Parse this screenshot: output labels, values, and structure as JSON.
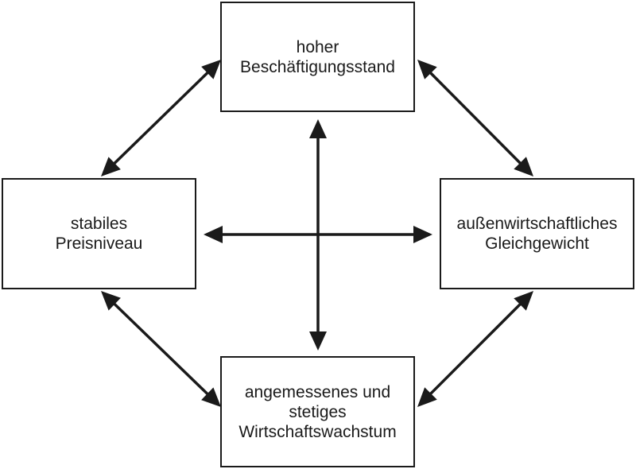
{
  "colors": {
    "stroke": "#1a1a1a",
    "background": "#ffffff"
  },
  "boxes": {
    "top": {
      "lines": [
        "hoher",
        "Beschäftigungsstand"
      ]
    },
    "left": {
      "lines": [
        "stabiles",
        "Preisniveau"
      ]
    },
    "right": {
      "lines": [
        "außenwirtschaftliches",
        "Gleichgewicht"
      ]
    },
    "bottom": {
      "lines": [
        "angemessenes und",
        "stetiges",
        "Wirtschaftswachstum"
      ]
    }
  },
  "connections": [
    {
      "from": "top",
      "to": "left",
      "type": "bidirectional"
    },
    {
      "from": "top",
      "to": "right",
      "type": "bidirectional"
    },
    {
      "from": "bottom",
      "to": "left",
      "type": "bidirectional"
    },
    {
      "from": "bottom",
      "to": "right",
      "type": "bidirectional"
    },
    {
      "from": "top",
      "to": "bottom",
      "type": "bidirectional"
    },
    {
      "from": "left",
      "to": "right",
      "type": "bidirectional"
    }
  ]
}
